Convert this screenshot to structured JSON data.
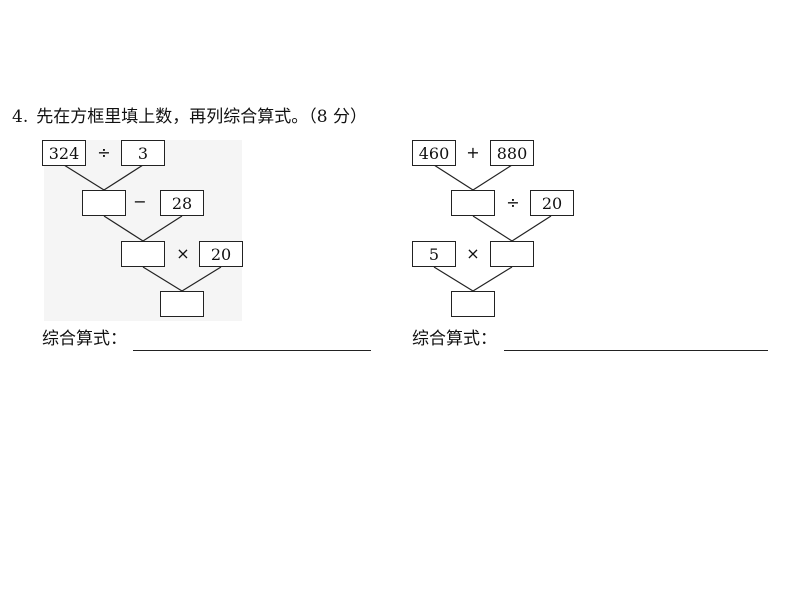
{
  "question": {
    "number": "4.",
    "text": "先在方框里填上数，再列综合算式。（8 分）"
  },
  "left_tree": {
    "row1": {
      "left": "324",
      "operator": "÷",
      "right": "3"
    },
    "row2": {
      "left": "",
      "operator": "−",
      "right": "28"
    },
    "row3": {
      "left": "",
      "operator": "×",
      "right": "20"
    },
    "result": ""
  },
  "right_tree": {
    "row1": {
      "left": "460",
      "operator": "+",
      "right": "880"
    },
    "row2": {
      "left": "",
      "operator": "÷",
      "right": "20"
    },
    "row3": {
      "left": "5",
      "operator": "×",
      "right": ""
    },
    "result": ""
  },
  "formula_label": "综合算式："
}
